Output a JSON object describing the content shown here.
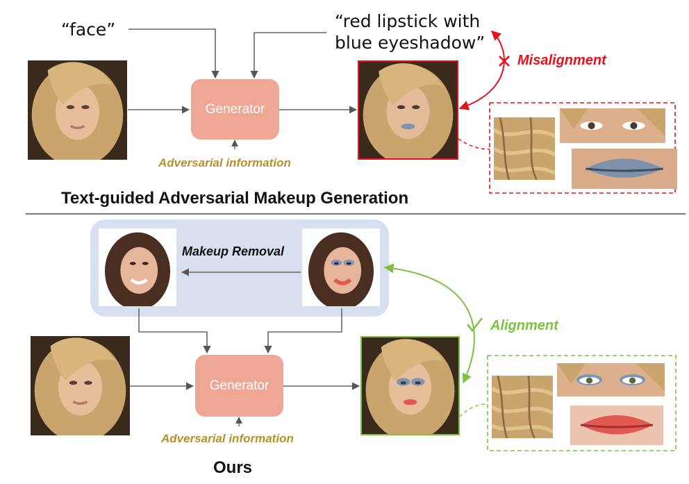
{
  "top": {
    "text_prompt_1": "“face”",
    "text_prompt_2_line1": "“red lipstick with",
    "text_prompt_2_line2": "blue eyeshadow”",
    "generator_label": "Generator",
    "adversarial_label": "Adversarial information",
    "status_label": "Misalignment",
    "status_icon": "x-mark-icon",
    "title": "Text-guided Adversarial Makeup Generation"
  },
  "bottom": {
    "removal_label": "Makeup Removal",
    "generator_label": "Generator",
    "adversarial_label": "Adversarial information",
    "status_label": "Alignment",
    "status_icon": "check-mark-icon",
    "title": "Ours"
  },
  "colors": {
    "generator_fill": "#eea795",
    "adversarial_text": "#b8902a",
    "misalignment_red": "#e8101a",
    "alignment_green": "#7cc142",
    "removal_panel": "#d7dff1",
    "divider": "#777777",
    "arrow": "#666666"
  }
}
